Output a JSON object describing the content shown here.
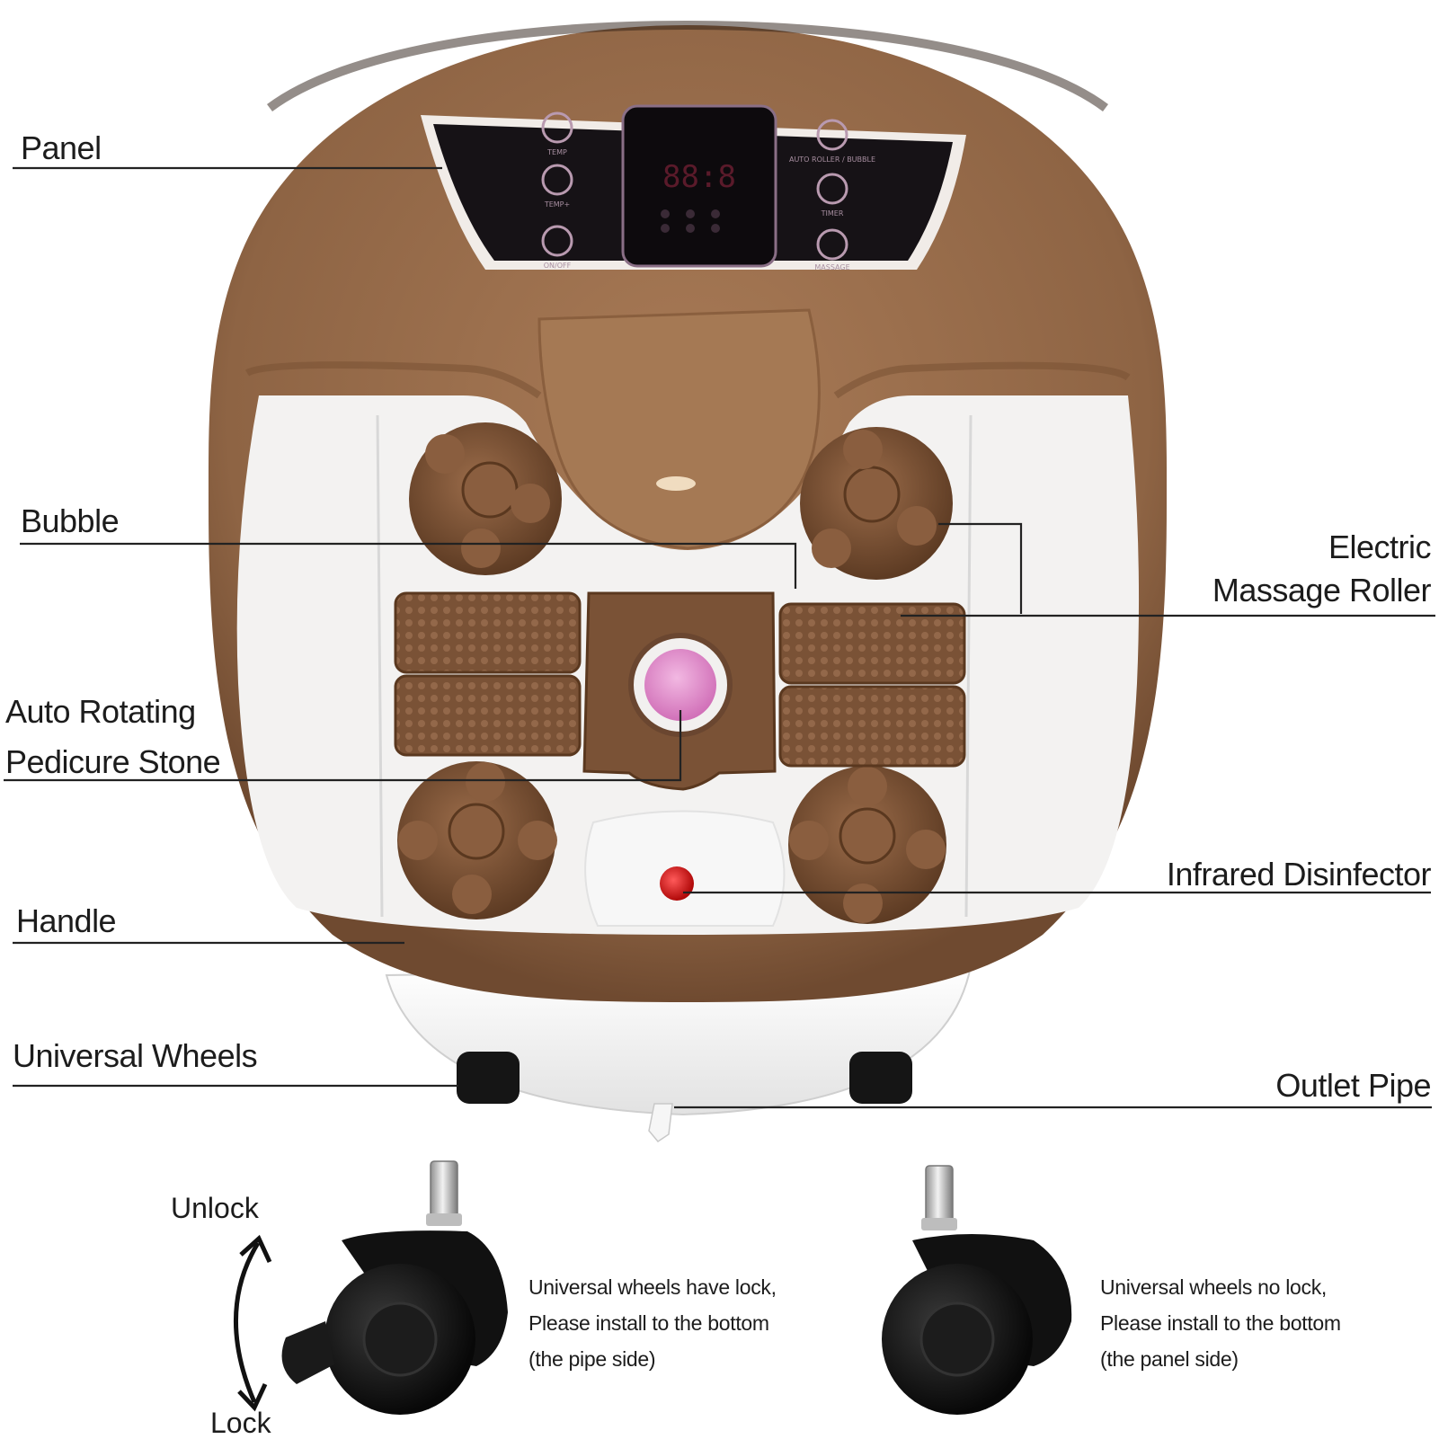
{
  "labels": {
    "panel": "Panel",
    "bubble": "Bubble",
    "electric": "Electric",
    "massage_roller": "Massage Roller",
    "auto_rotating": "Auto Rotating",
    "pedicure_stone": "Pedicure Stone",
    "infrared_disinfector": "Infrared Disinfector",
    "handle": "Handle",
    "universal_wheels": "Universal Wheels",
    "outlet_pipe": "Outlet Pipe"
  },
  "control_panel": {
    "left_buttons": [
      "TEMP",
      "TEMP+",
      "ON/OFF"
    ],
    "right_buttons": [
      "AUTO ROLLER / BUBBLE",
      "TIMER",
      "MASSAGE"
    ],
    "display": "88:8"
  },
  "lock_arrow": {
    "top": "Unlock",
    "bottom": "Lock"
  },
  "wheel_lock_note": [
    "Universal wheels have lock,",
    "Please install to the bottom",
    "(the pipe side)"
  ],
  "wheel_nolock_note": [
    "Universal wheels no lock,",
    "Please install to the bottom",
    "(the panel side)"
  ],
  "colors": {
    "body_brown": "#9a6e4c",
    "dark_brown": "#6e4a30",
    "panel_black": "#161216",
    "basin_white": "#f3f2f1",
    "disinfector_red": "#d41818",
    "stone_pink": "#e79bd3"
  }
}
